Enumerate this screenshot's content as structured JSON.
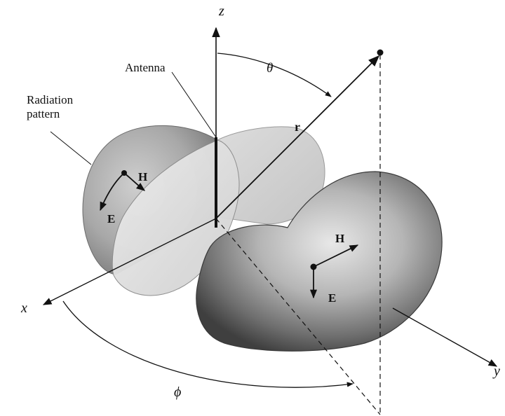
{
  "labels": {
    "antenna": "Antenna",
    "radiation_pattern_line1": "Radiation",
    "radiation_pattern_line2": "pattern",
    "z_axis": "z",
    "x_axis": "x",
    "y_axis": "y",
    "theta": "θ",
    "phi": "ϕ",
    "r_vector": "r",
    "h_field_left": "H",
    "e_field_left": "E",
    "h_field_right": "H",
    "e_field_right": "E"
  },
  "colors": {
    "background": "#ffffff",
    "ink": "#111111",
    "lobe_light": "#d9d9d9",
    "lobe_mid": "#a9a9a9",
    "lobe_dark": "#555555",
    "lobe_cut": "#e6e6e6"
  }
}
